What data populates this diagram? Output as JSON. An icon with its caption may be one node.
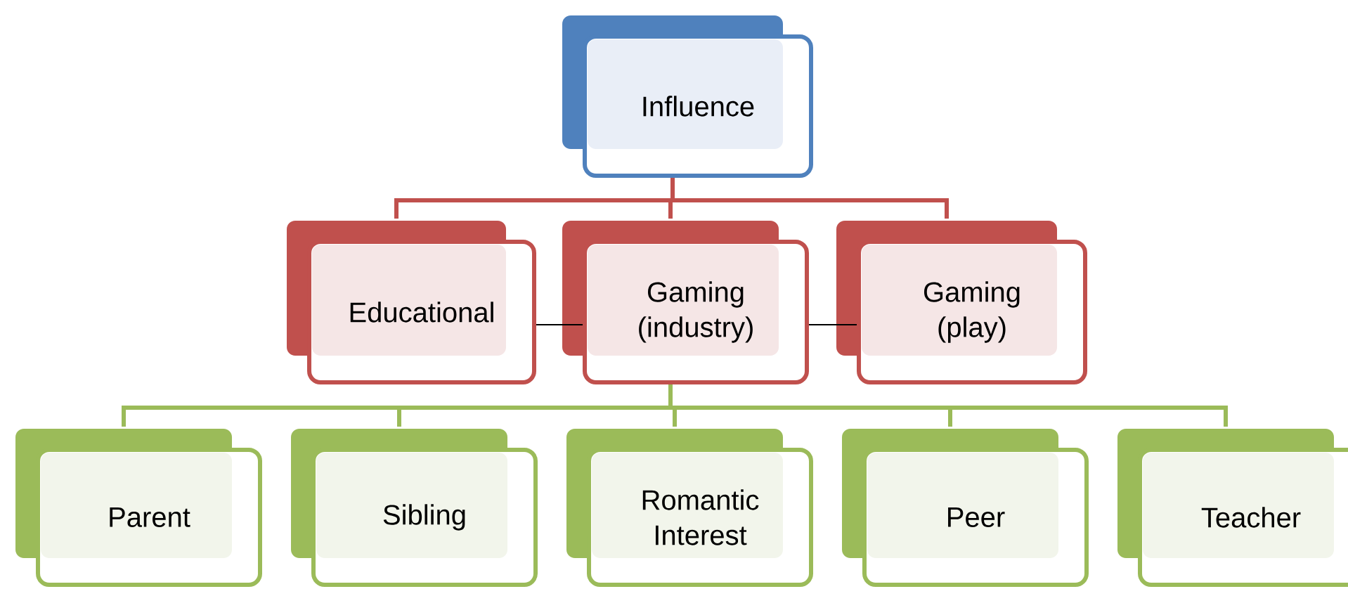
{
  "diagram": {
    "nodes": [
      {
        "text": [
          "Influence"
        ]
      },
      {
        "text": [
          "Educational"
        ]
      },
      {
        "text": [
          "Gaming (industry)"
        ]
      },
      {
        "text": [
          "Gaming (play)"
        ]
      },
      {
        "text": [
          "Parent"
        ]
      },
      {
        "text": [
          "Sibling"
        ]
      },
      {
        "text": [
          "Romantic Interest"
        ]
      },
      {
        "text": [
          "Peer"
        ]
      },
      {
        "text": [
          "Teacher"
        ]
      }
    ],
    "edges": [
      {
        "from": 0,
        "to": 1,
        "arrow": "none",
        "color": "#c0504d"
      },
      {
        "from": 0,
        "to": 2,
        "arrow": "none",
        "color": "#c0504d"
      },
      {
        "from": 0,
        "to": 3,
        "arrow": "none",
        "color": "#c0504d"
      },
      {
        "from": 2,
        "to": 4,
        "arrow": "none",
        "color": "#9bbb59"
      },
      {
        "from": 2,
        "to": 5,
        "arrow": "none",
        "color": "#9bbb59"
      },
      {
        "from": 2,
        "to": 6,
        "arrow": "none",
        "color": "#9bbb59"
      },
      {
        "from": 2,
        "to": 7,
        "arrow": "none",
        "color": "#9bbb59"
      },
      {
        "from": 2,
        "to": 8,
        "arrow": "none",
        "color": "#9bbb59"
      },
      {
        "from": 1,
        "to": 2,
        "arrow": "none",
        "color": "#000000"
      },
      {
        "from": 2,
        "to": 3,
        "arrow": "none",
        "color": "#000000"
      }
    ]
  }
}
